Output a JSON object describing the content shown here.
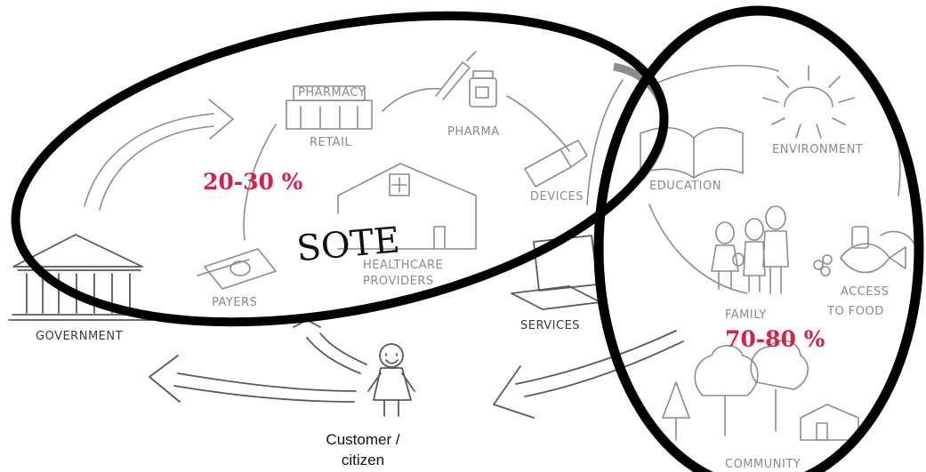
{
  "labels": {
    "government": "GOVERNMENT",
    "payers": "PAYERS",
    "retail": "RETAIL",
    "pharmacy_sign": "PHARMACY",
    "pharma": "PHARMA",
    "devices": "DEVICES",
    "healthcare": "HEALTHCARE",
    "providers": "PROVIDERS",
    "services": "SERVICES",
    "education": "EDUCATION",
    "environment": "ENVIRONMENT",
    "family": "FAMILY",
    "access": "ACCESS",
    "to_food": "TO FOOD",
    "community": "COMMUNITY"
  },
  "overlay": {
    "sote": "SOTE",
    "left_percent": "20-30 %",
    "right_percent": "70-80 %",
    "customer_line1": "Customer /",
    "customer_line2": "citizen"
  },
  "colors": {
    "percent_text": "#d6204a",
    "ellipse_stroke": "#000000",
    "sketch_stroke": "#8c8c8c"
  }
}
